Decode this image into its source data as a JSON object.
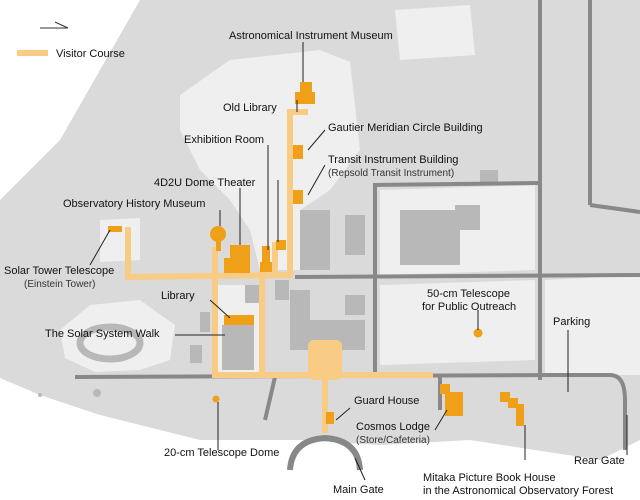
{
  "legend": {
    "label": "Visitor Course"
  },
  "colors": {
    "course": "#f9cc85",
    "building": "#f0a018",
    "ground": "#dadada",
    "road": "#888888",
    "paved": "#efefef"
  },
  "labels": {
    "astronomical_instrument_museum": "Astronomical Instrument Museum",
    "old_library": "Old Library",
    "gautier_building": "Gautier Meridian Circle Building",
    "exhibition_room": "Exhibition Room",
    "transit_building": "Transit Instrument Building",
    "transit_building_sub": "(Repsold Transit Instrument)",
    "dome_theater": "4D2U Dome Theater",
    "history_museum": "Observatory History Museum",
    "solar_tower": "Solar Tower Telescope",
    "solar_tower_sub": "(Einstein Tower)",
    "library": "Library",
    "telescope_50cm_line1": "50-cm Telescope",
    "telescope_50cm_line2": "for Public Outreach",
    "parking": "Parking",
    "solar_system_walk": "The Solar System Walk",
    "guard_house": "Guard House",
    "cosmos_lodge": "Cosmos Lodge",
    "cosmos_lodge_sub": "(Store/Cafeteria)",
    "telescope_20cm": "20-cm Telescope Dome",
    "rear_gate": "Rear Gate",
    "main_gate": "Main Gate",
    "picture_book_line1": "Mitaka Picture Book House",
    "picture_book_line2": "in the Astronomical Observatory Forest"
  },
  "icons": {
    "north": "north-arrow-icon"
  }
}
